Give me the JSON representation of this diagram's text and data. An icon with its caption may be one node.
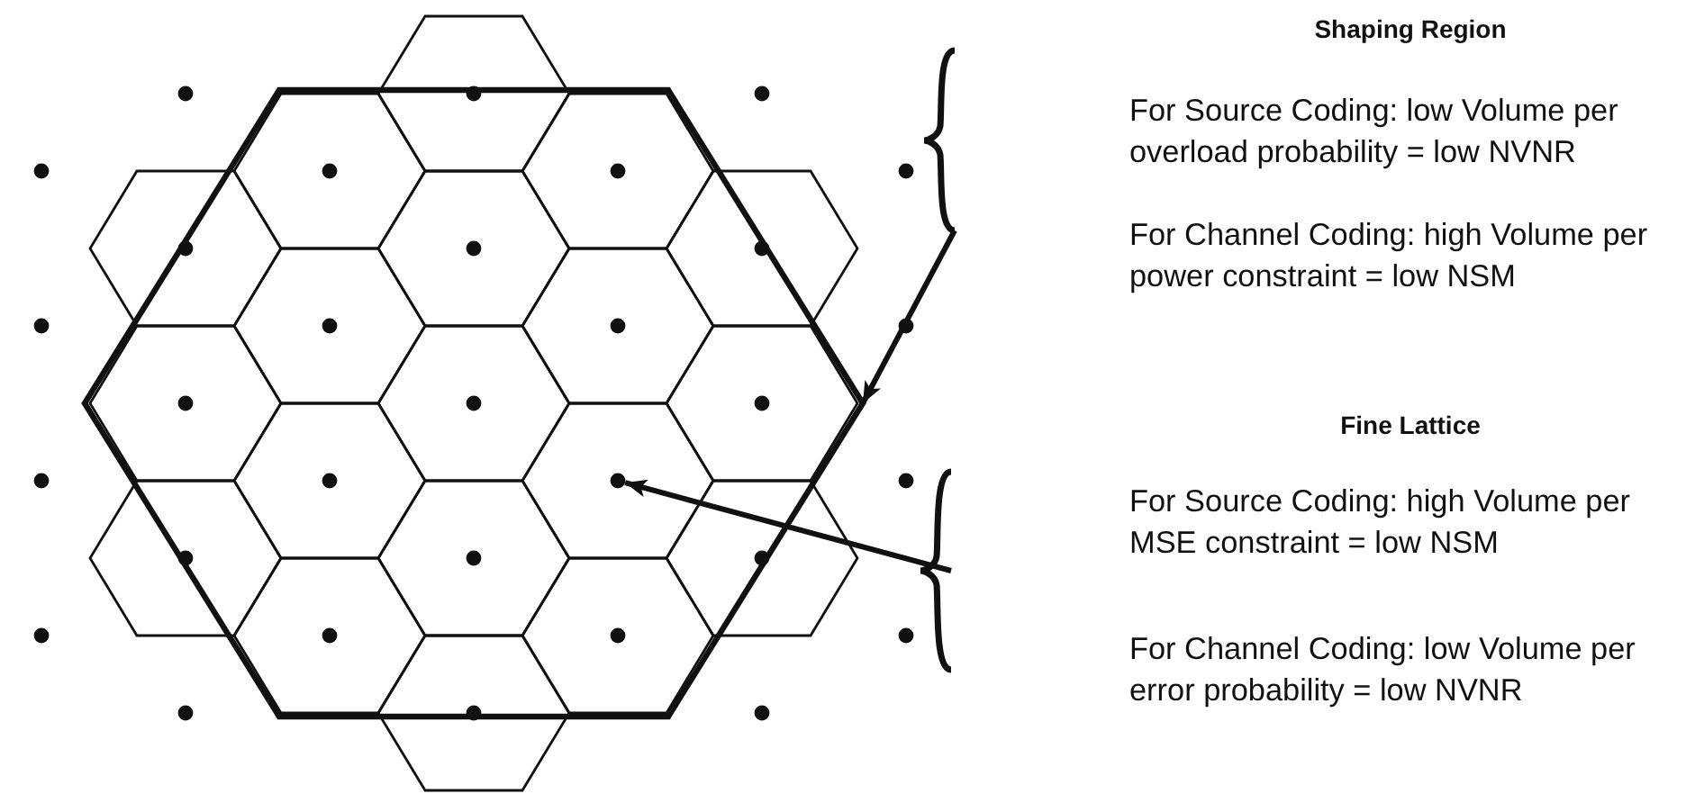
{
  "diagram": {
    "nodes": [
      {
        "text": [
          "Shaping Region",
          "For Source Coding: low Volume per overload probability = low NVNR",
          "For Channel Coding: high Volume per power constraint = low NSM"
        ]
      },
      {
        "text": [],
        "shape": "hexagon"
      },
      {
        "text": [
          "Fine Lattice",
          "For Source Coding: high Volume per MSE constraint = low NSM",
          "For Channel Coding: low Volume per error probability = low NVNR"
        ]
      },
      {
        "text": [],
        "shape": "circle",
        "in": 1
      }
    ],
    "edges": [
      {
        "from": 0,
        "to": 1,
        "arrow": "to"
      },
      {
        "from": 2,
        "to": 3,
        "arrow": "to"
      }
    ]
  }
}
